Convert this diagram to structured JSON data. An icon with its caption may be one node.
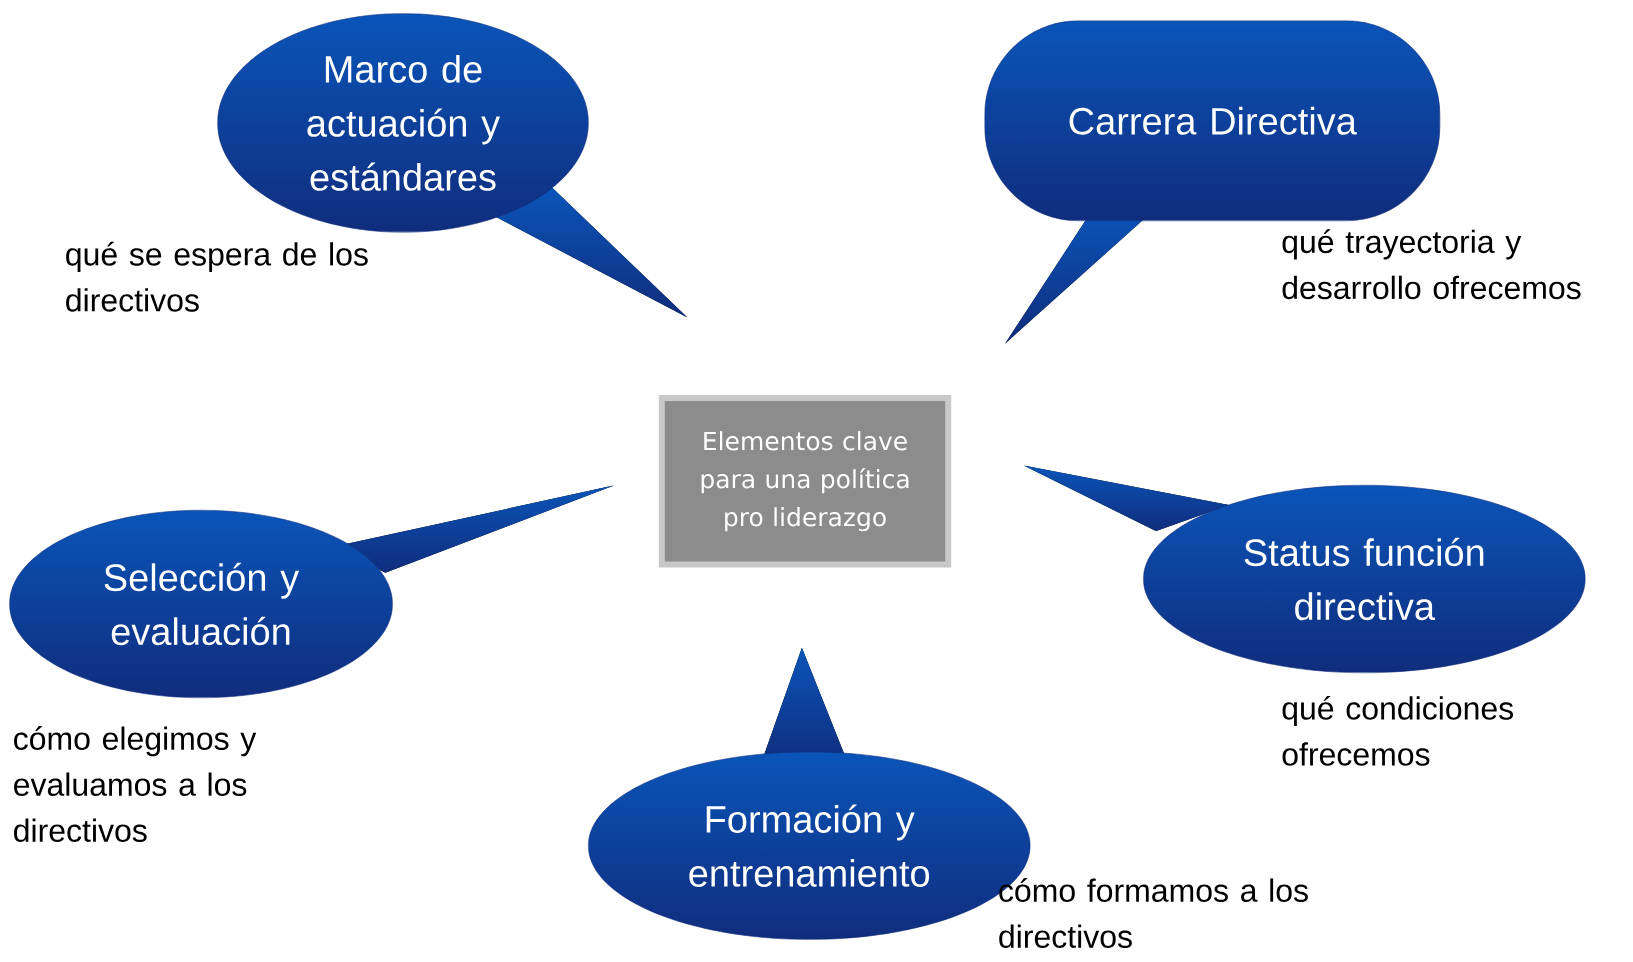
{
  "diagram": {
    "nodes": [
      {
        "text": [
          "Elementos clave para una política pro liderazgo"
        ]
      },
      {
        "text": [
          "Marco de actuación y estándares"
        ],
        "beside": [
          "qué se espera de los directivos"
        ]
      },
      {
        "text": [
          "Carrera Directiva"
        ],
        "beside": [
          "qué trayectoria y desarrollo ofrecemos"
        ]
      },
      {
        "text": [
          "Selección y evaluación"
        ],
        "beside": [
          "cómo elegimos y evaluamos a los directivos"
        ]
      },
      {
        "text": [
          "Status función directiva"
        ],
        "beside": [
          "qué condiciones ofrecemos"
        ]
      },
      {
        "text": [
          "Formación y entrenamiento"
        ],
        "beside": [
          "cómo formamos a los directivos"
        ]
      }
    ]
  }
}
